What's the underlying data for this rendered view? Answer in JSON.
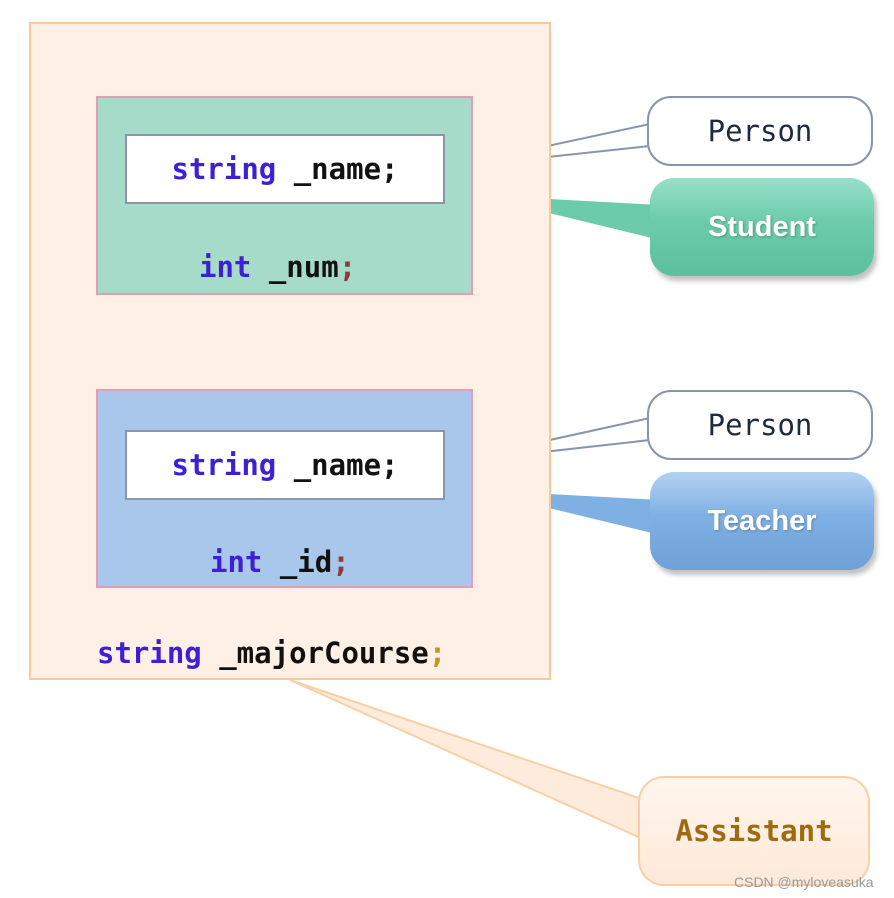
{
  "outer": {
    "major_type": "string",
    "major_name": " _majorCourse",
    "major_semi": ";"
  },
  "student_part": {
    "name_type": "string",
    "name_field": " _name",
    "name_semi": ";",
    "num_type": "int",
    "num_field": " _num",
    "num_semi": ";"
  },
  "teacher_part": {
    "name_type": "string",
    "name_field": " _name",
    "name_semi": ";",
    "id_type": "int",
    "id_field": " _id",
    "id_semi": ";"
  },
  "labels": {
    "person_1": "Person",
    "student": "Student",
    "person_2": "Person",
    "teacher": "Teacher",
    "assistant": "Assistant"
  },
  "colors": {
    "outer_fill": "#fef0e4",
    "student_fill": "#a7dbc9",
    "teacher_fill": "#a8c7ea",
    "keyword": "#3d1fd6",
    "assistant_text": "#a06a10"
  },
  "watermark": "CSDN @myloveasuka"
}
